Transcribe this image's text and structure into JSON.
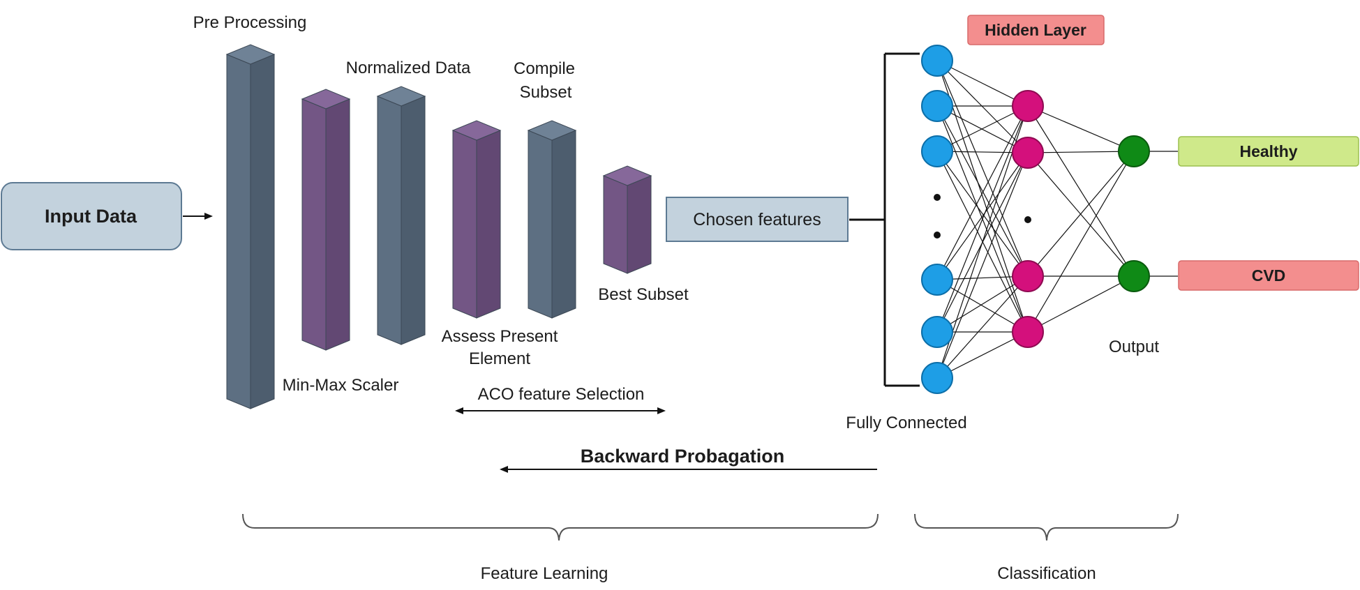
{
  "input": {
    "label": "Input Data"
  },
  "preprocessing": {
    "pre_processing_label": "Pre Processing",
    "min_max_label": "Min-Max Scaler",
    "normalized_label": "Normalized Data"
  },
  "aco": {
    "assess_label_line1": "Assess Present",
    "assess_label_line2": "Element",
    "compile_label_line1": "Compile",
    "compile_label_line2": "Subset",
    "best_subset_label": "Best Subset",
    "aco_selection_label": "ACO feature Selection"
  },
  "chosen": {
    "label": "Chosen features"
  },
  "network": {
    "hidden_layer_label": "Hidden Layer",
    "fully_connected_label": "Fully Connected",
    "output_label": "Output",
    "input_neuron_count": 6,
    "hidden_neuron_count": 4,
    "output_neuron_count": 2
  },
  "outputs": {
    "healthy_label": "Healthy",
    "cvd_label": "CVD"
  },
  "backprop": {
    "label": "Backward Probagation"
  },
  "groups": {
    "feature_learning_label": "Feature Learning",
    "classification_label": "Classification"
  },
  "colors": {
    "slate_block": "#5d6f82",
    "slate_block_top": "#6f8296",
    "slate_block_side": "#4d5d6e",
    "purple_block": "#735685",
    "purple_block_top": "#86689a",
    "purple_block_side": "#624873",
    "input_box_fill": "#c3d2dd",
    "input_box_stroke": "#5d7a93",
    "neuron_blue": "#1e9ee6",
    "neuron_pink": "#d4107c",
    "neuron_green": "#0f8a16",
    "hidden_layer_fill": "#f38e8e",
    "healthy_fill": "#cfe98a",
    "cvd_fill": "#f38e8e"
  }
}
